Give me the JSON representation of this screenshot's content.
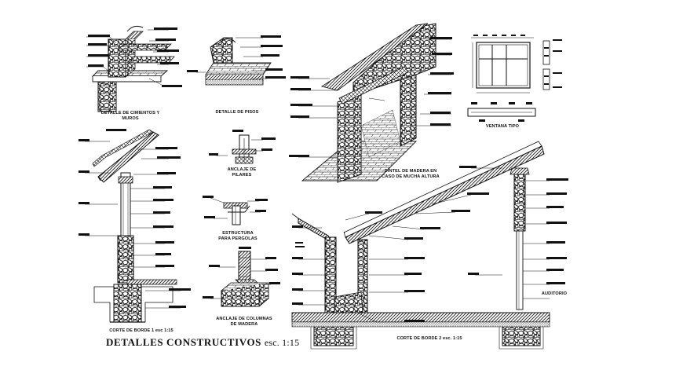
{
  "title": {
    "main": "DETALLES CONSTRUCTIVOS",
    "scale": "esc. 1:15"
  },
  "labels": {
    "cimientos": [
      "DETALLE DE CIMIENTOS Y",
      "MUROS"
    ],
    "pisos": "DETALLE DE PISOS",
    "dintel": [
      "DINTEL DE MADERA EN",
      "CASO DE MUCHA ALTURA"
    ],
    "ventana": "VENTANA TIPO",
    "anclaje_pilares": [
      "ANCLAJE DE",
      "PILARES"
    ],
    "estructura_pergolas": [
      "ESTRUCTURA",
      "PARA PERGOLAS"
    ],
    "anclaje_columnas": [
      "ANCLAJE DE COLUMNAS",
      "DE MADERA"
    ],
    "corte1": "CORTE DE BORDE 1 esc 1:15",
    "corte2": "CORTE DE BORDE 2 esc. 1:15",
    "auditorio": "AUDITORIO"
  },
  "colors": {
    "ink": "#111111",
    "background": "#ffffff",
    "hatch": "#2a2a2a"
  }
}
